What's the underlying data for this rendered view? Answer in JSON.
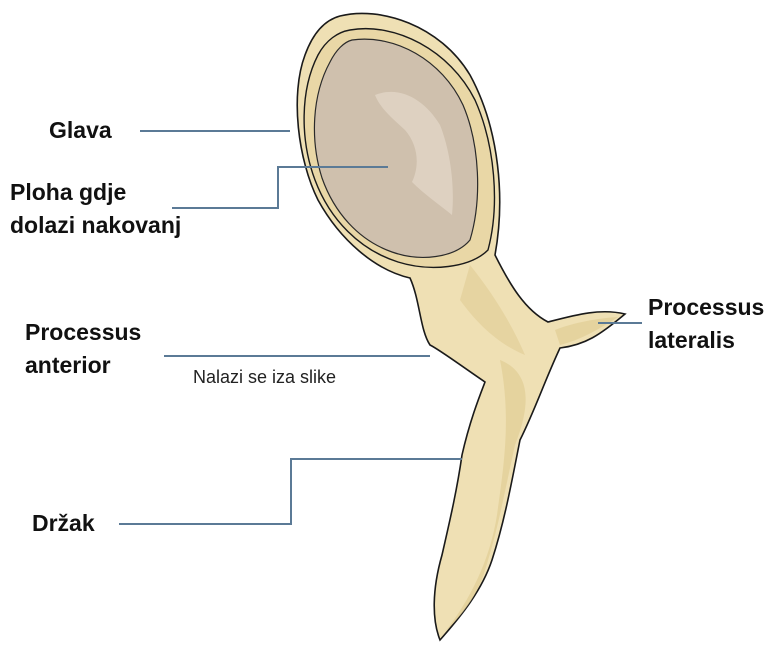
{
  "labels": {
    "glava": "Glava",
    "ploha_line1": "Ploha gdje",
    "ploha_line2": "dolazi nakovanj",
    "anterior_line1": "Processus",
    "anterior_line2": "anterior",
    "anterior_note": "Nalazi se iza slike",
    "lateralis_line1": "Processus",
    "lateralis_line2": "lateralis",
    "drzak": "Držak"
  },
  "colors": {
    "bone_fill": "#efe0b4",
    "bone_shade": "#e2cf98",
    "bone_outline": "#1a1a1a",
    "head_surface": "#cfc0ad",
    "head_highlight": "#dfd3c3",
    "leader_line": "#5b7a96"
  }
}
